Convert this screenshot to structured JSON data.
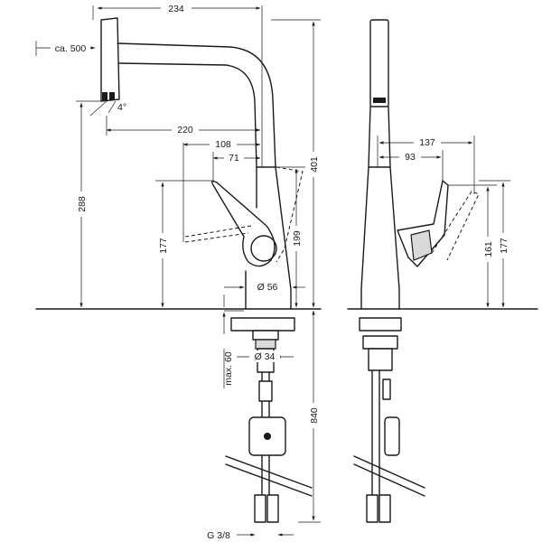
{
  "front_view": {
    "dims": {
      "overall_width": "234",
      "pullout": "ca. 500",
      "angle": "4°",
      "spout_reach": "220",
      "handle_offset": "108",
      "handle_reach": "71",
      "total_height": "401",
      "spout_height": "288",
      "handle_height": "177",
      "body_height": "199",
      "base_diameter": "Ø 56",
      "max_thickness": "max. 60",
      "hole_diameter": "Ø 34",
      "hose_length": "840",
      "thread": "G 3/8"
    }
  },
  "side_view": {
    "dims": {
      "lever_reach": "137",
      "lever_offset": "93",
      "lever_height_low": "161",
      "lever_height_high": "177"
    }
  }
}
